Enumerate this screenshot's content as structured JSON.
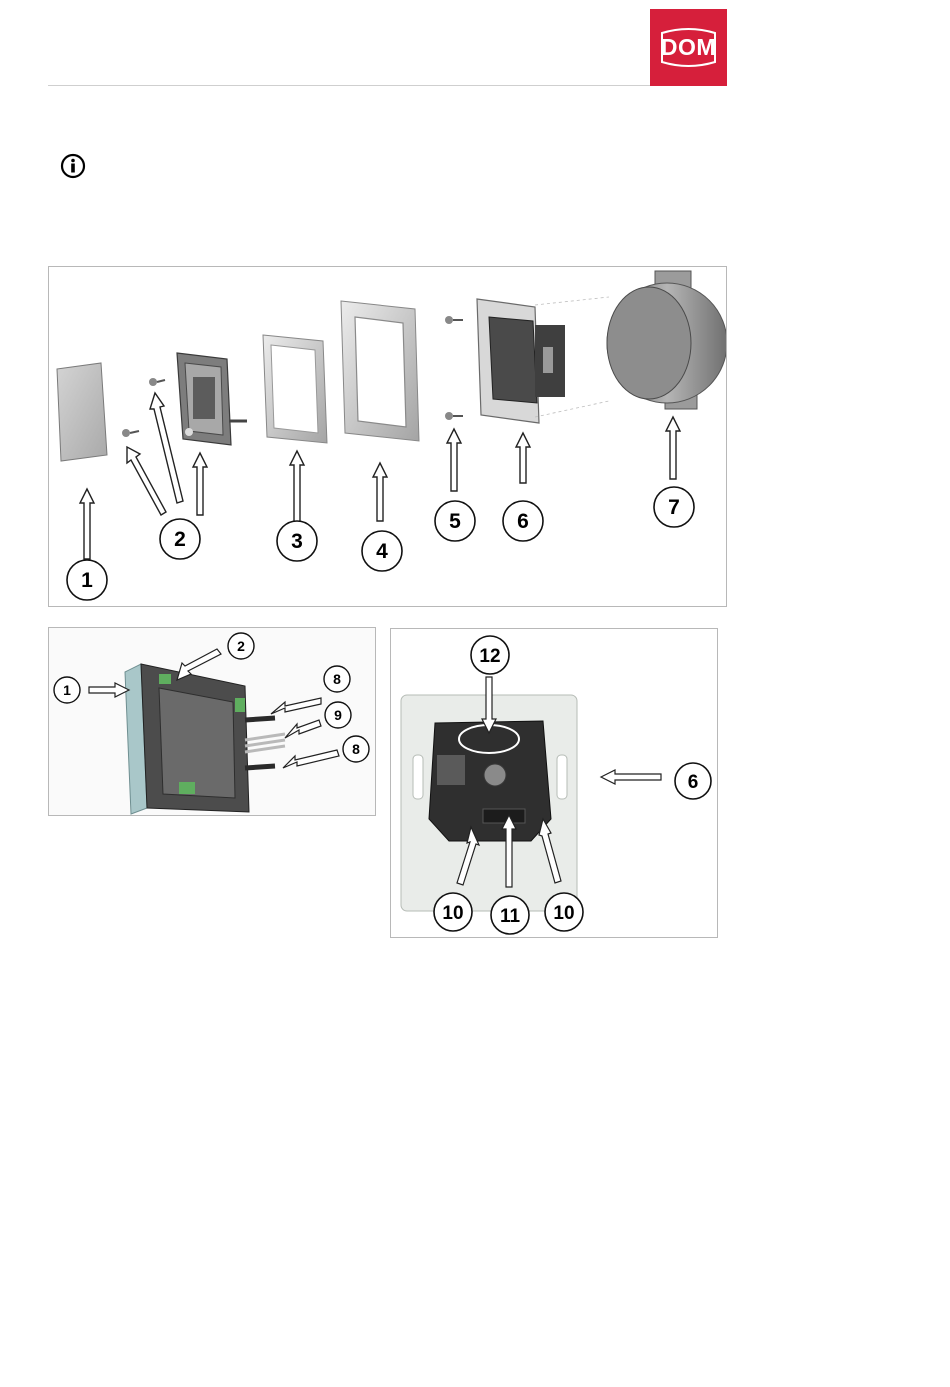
{
  "header": {
    "logo_text": "DOM",
    "logo_color": "#d61f3b"
  },
  "info_icon": "info-circle-icon",
  "figures": {
    "exploded": {
      "callouts": [
        "1",
        "2",
        "3",
        "4",
        "5",
        "6",
        "7"
      ]
    },
    "side": {
      "callouts": [
        "1",
        "2",
        "8",
        "9",
        "8"
      ]
    },
    "insert": {
      "callouts": [
        "12",
        "6",
        "10",
        "11",
        "10"
      ]
    }
  }
}
